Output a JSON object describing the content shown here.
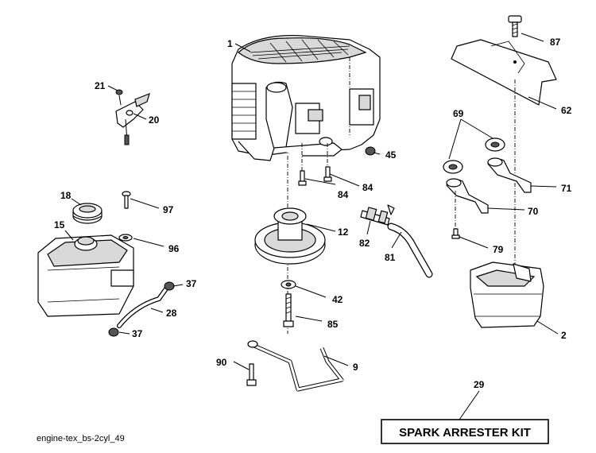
{
  "labels": {
    "p1": "1",
    "p2": "2",
    "p9": "9",
    "p12": "12",
    "p15": "15",
    "p18": "18",
    "p20": "20",
    "p21": "21",
    "p28": "28",
    "p29": "29",
    "p37a": "37",
    "p37b": "37",
    "p42": "42",
    "p45": "45",
    "p62": "62",
    "p69": "69",
    "p70": "70",
    "p71": "71",
    "p79": "79",
    "p81": "81",
    "p82": "82",
    "p84a": "84",
    "p84b": "84",
    "p85": "85",
    "p87": "87",
    "p90": "90",
    "p96": "96",
    "p97": "97"
  },
  "kit_label": "SPARK ARRESTER KIT",
  "footer_id": "engine-tex_bs-2cyl_49"
}
